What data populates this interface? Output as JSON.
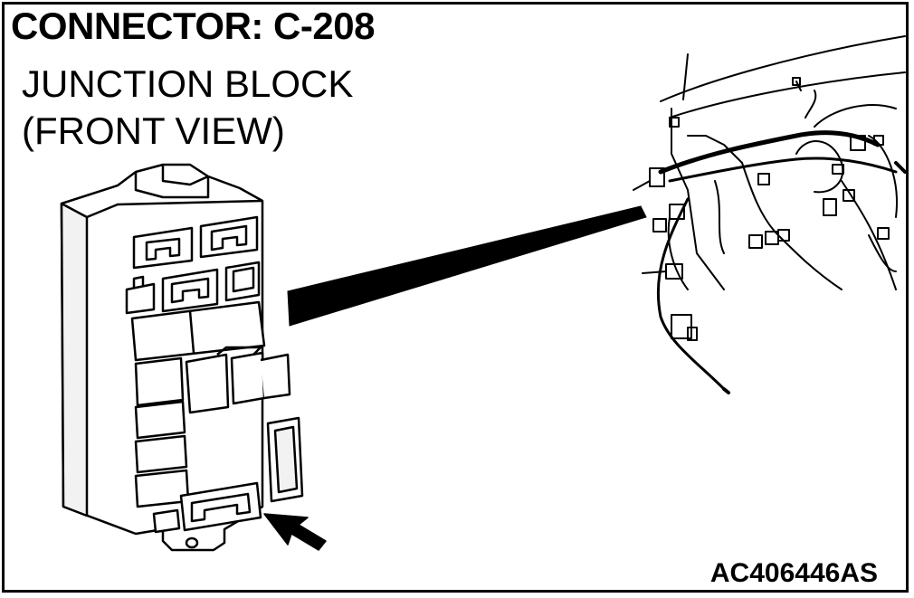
{
  "diagram": {
    "title": "CONNECTOR: C-208",
    "subtitle_line1": "JUNCTION BLOCK",
    "subtitle_line2": "(FRONT VIEW)",
    "figure_code": "AC406446AS"
  },
  "colors": {
    "line": "#000000",
    "background": "#ffffff",
    "shade": "#e6e6e6"
  },
  "icons": {
    "pointer": "arrow-pointer-icon",
    "leader": "wedge-leader-icon"
  }
}
